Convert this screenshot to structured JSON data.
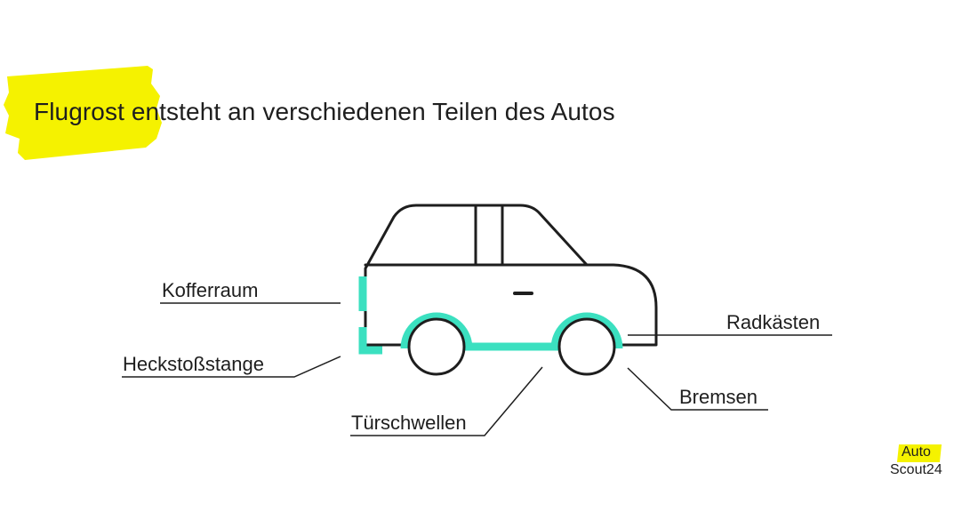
{
  "headline": "Flugrost entsteht an verschiedenen Teilen des Autos",
  "labels": {
    "kofferraum": "Kofferraum",
    "heckstossstange": "Heckstoßstange",
    "tuerschwellen": "Türschwellen",
    "radkaesten": "Radkästen",
    "bremsen": "Bremsen"
  },
  "logo": {
    "line1": "Auto",
    "line2": "Scout24"
  },
  "colors": {
    "highlight": "#f5f200",
    "accent": "#3be0c0",
    "outline": "#1e1e1e"
  }
}
